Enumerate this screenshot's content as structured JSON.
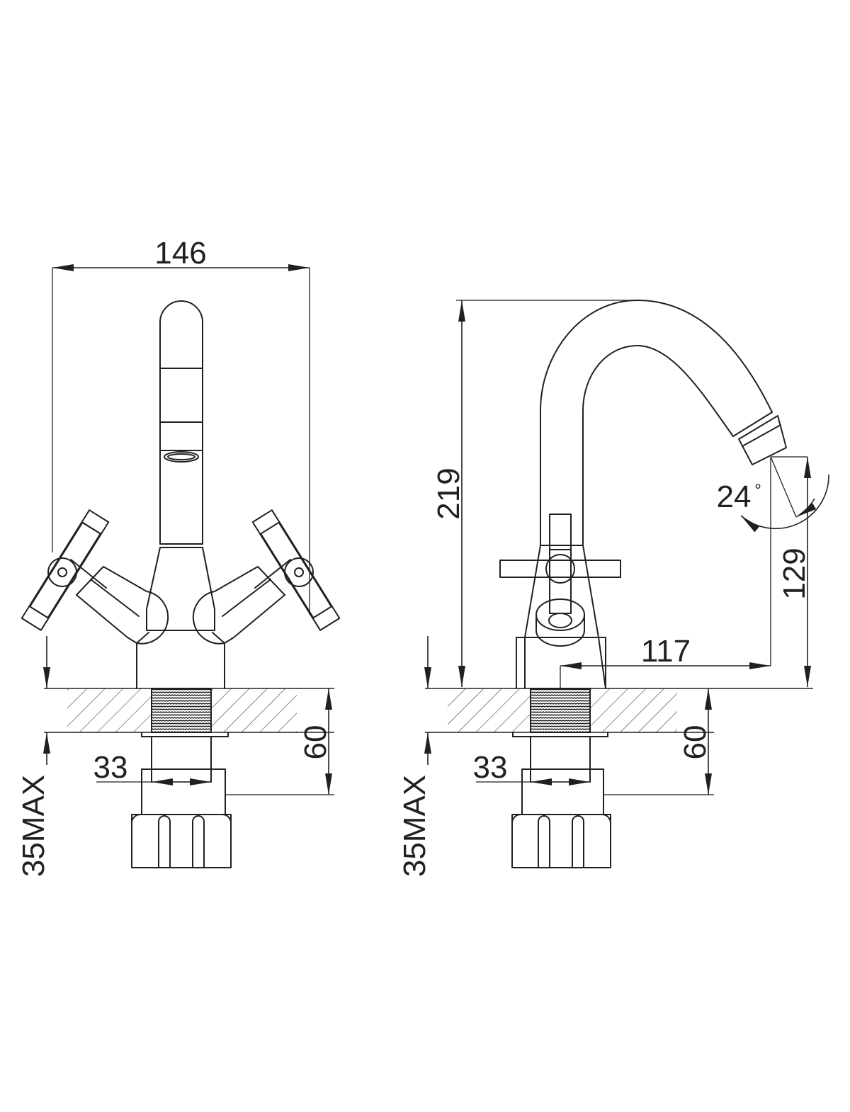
{
  "front_view": {
    "width_label": "146",
    "thread_label": "33",
    "deck_label": "60",
    "max_label": "35MAX"
  },
  "side_view": {
    "height_label": "219",
    "outlet_height_label": "129",
    "reach_label": "117",
    "angle_label": "24",
    "angle_unit": "°",
    "thread_label": "33",
    "deck_label": "60",
    "max_label": "35MAX"
  }
}
